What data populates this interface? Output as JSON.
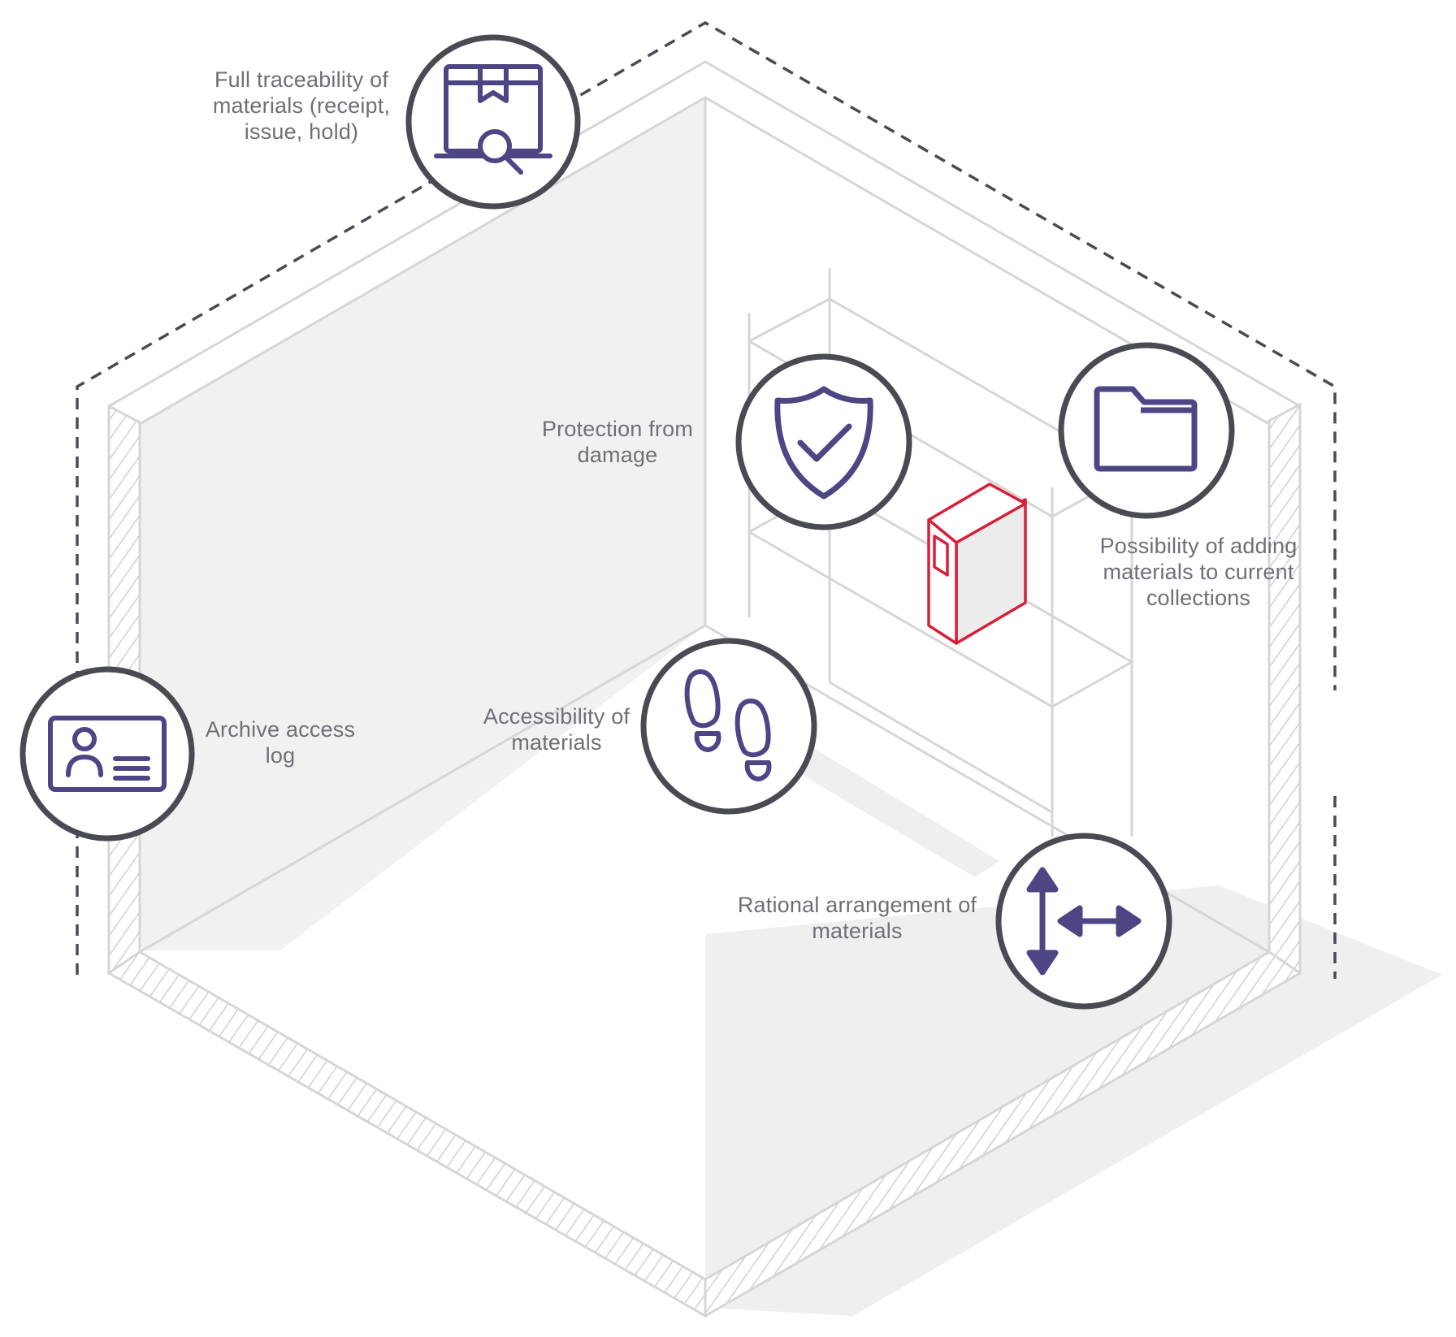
{
  "colors": {
    "badge_ring": "#4a4a52",
    "icon": "#4e4585",
    "accent_box": "#d81f3a",
    "room_lines": "#d6d6d6",
    "room_fill": "#f1f1f1",
    "outline_dashed": "#4a4a52",
    "label_text": "#6f6f78"
  },
  "features": [
    {
      "id": "traceability",
      "icon": "box-search-icon",
      "label": "Full traceability of\nmaterials (receipt,\nissue, hold)"
    },
    {
      "id": "protection",
      "icon": "shield-check-icon",
      "label": "Protection from\ndamage"
    },
    {
      "id": "collections",
      "icon": "folder-icon",
      "label": "Possibility of adding\nmaterials to current\ncollections"
    },
    {
      "id": "access-log",
      "icon": "id-card-icon",
      "label": "Archive access\nlog"
    },
    {
      "id": "accessibility",
      "icon": "footprints-icon",
      "label": "Accessibility of\nmaterials"
    },
    {
      "id": "arrangement",
      "icon": "arrows-icon",
      "label": "Rational arrangement of\nmaterials"
    }
  ]
}
